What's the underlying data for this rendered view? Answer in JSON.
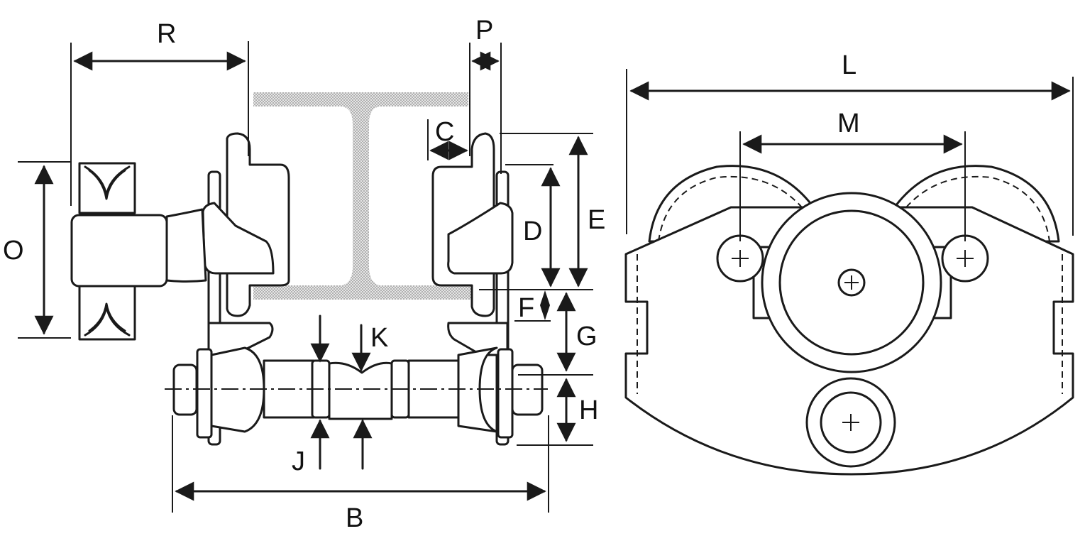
{
  "diagram": {
    "labels": {
      "R": "R",
      "P": "P",
      "C": "C",
      "O": "O",
      "D": "D",
      "E": "E",
      "F": "F",
      "G": "G",
      "K": "K",
      "H": "H",
      "J": "J",
      "B": "B",
      "L": "L",
      "M": "M"
    },
    "colors": {
      "line": "#1a1a1a",
      "beam_fill": "#cfcfcf",
      "background": "#ffffff"
    }
  }
}
